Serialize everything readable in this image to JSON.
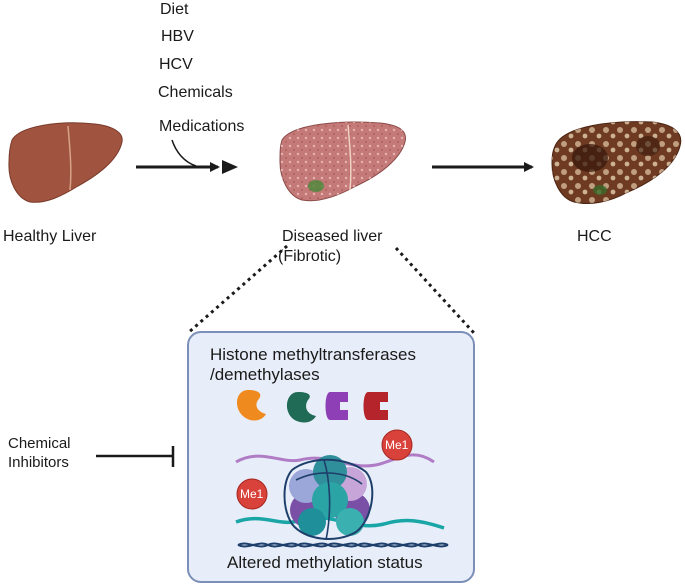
{
  "causes": [
    "Diet",
    "HBV",
    "HCV",
    "Chemicals",
    "Medications"
  ],
  "stages": {
    "healthy": "Healthy Liver",
    "diseased_line1": "Diseased liver",
    "diseased_line2": "(Fibrotic)",
    "hcc": "HCC"
  },
  "box": {
    "title_line1": "Histone methyltransferases",
    "title_line2": "/demethylases",
    "me_label": "Me1",
    "footer": "Altered methylation status"
  },
  "inhibitors": {
    "line1": "Chemical",
    "line2": "Inhibitors"
  },
  "colors": {
    "healthy_liver": "#a0543f",
    "diseased_liver": "#c47a78",
    "hcc_liver": "#6e3a22",
    "enzyme_orange": "#ef8a1f",
    "enzyme_green": "#1f6b55",
    "enzyme_purple": "#8e3fb5",
    "enzyme_red": "#b4242a",
    "me_badge": "#d9423a",
    "box_fill": "#e8eef9",
    "box_border": "#7b8fb8",
    "dna_teal": "#1aa6a6",
    "dna_purple": "#b07cc6"
  },
  "icons": [
    "liver-healthy-icon",
    "liver-fibrotic-icon",
    "liver-hcc-icon",
    "nucleosome-icon"
  ]
}
